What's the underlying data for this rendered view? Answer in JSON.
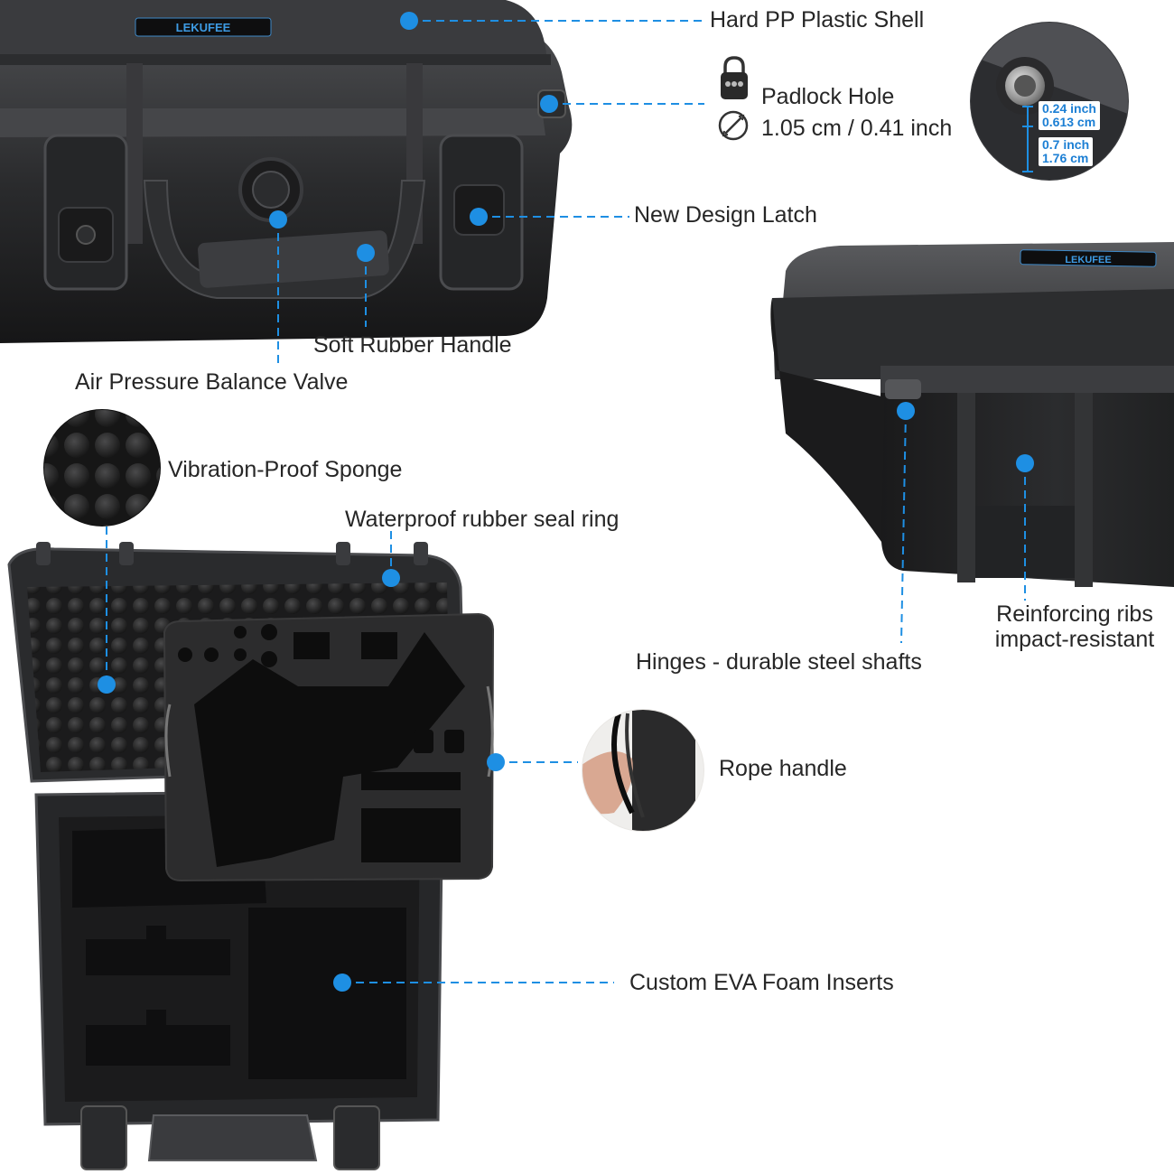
{
  "colors": {
    "accent": "#1e8fe3",
    "case_dark": "#1d1d1e",
    "case_mid": "#2d2e30",
    "case_light": "#48494c",
    "foam": "#2b2b2c",
    "text": "#262626"
  },
  "brand_plate_top": "LEKUFEE",
  "brand_plate_right": "LEKUFEE",
  "labels": {
    "hard_shell": "Hard PP Plastic Shell",
    "padlock_hole": "Padlock Hole",
    "padlock_size": "1.05 cm / 0.41 inch",
    "new_latch": "New Design Latch",
    "soft_handle": "Soft Rubber Handle",
    "air_valve": "Air Pressure Balance Valve",
    "sponge": "Vibration-Proof Sponge",
    "seal_ring": "Waterproof rubber seal ring",
    "ribs_line1": "Reinforcing ribs",
    "ribs_line2": "impact-resistant",
    "hinges": "Hinges - durable steel shafts",
    "rope_handle": "Rope handle",
    "eva_inserts": "Custom EVA Foam Inserts"
  },
  "dimension_badges": {
    "top_inch": "0.24 inch",
    "top_cm": "0.613 cm",
    "bottom_inch": "0.7 inch",
    "bottom_cm": "1.76 cm"
  },
  "icons": [
    "padlock-icon",
    "diameter-icon"
  ]
}
